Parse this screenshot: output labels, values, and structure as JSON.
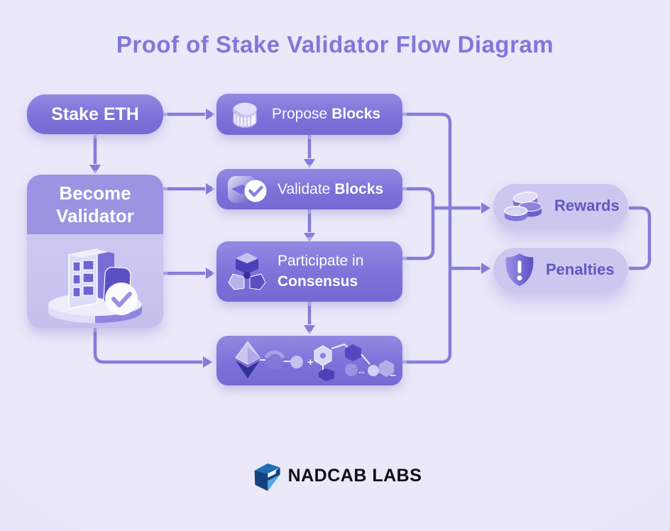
{
  "title": "Proof of Stake Validator Flow Diagram",
  "colors": {
    "background": "#E9E6F8",
    "node_purple": "#7D72D9",
    "node_header_purple": "#9C93E3",
    "node_body_lavender": "#CBC4EF",
    "pill_lavender": "#CDC7EF",
    "connector": "#867CDA",
    "title_text": "#8276DB",
    "pill_text": "#6157C5",
    "node_text": "#FFFFFF",
    "logo_navy": "#14427E",
    "logo_blue": "#1E6FB5",
    "logo_light_blue": "#57A5E3"
  },
  "nodes": {
    "stake_eth": {
      "label": "Stake ETH"
    },
    "propose": {
      "label_regular": "Propose",
      "label_bold": "Blocks",
      "icon": "database-cylinder-icon"
    },
    "become_validator": {
      "label_line1": "Become",
      "label_line2": "Validator",
      "icon": "validator-building-illustration"
    },
    "validate": {
      "label_regular": "Validate",
      "label_bold": "Blocks",
      "icon": "block-check-icon"
    },
    "participate": {
      "label_line1": "Participate in",
      "label_line2": "Consensus",
      "icon": "consensus-nodes-icon"
    },
    "chain": {
      "icon": "blockchain-network-illustration",
      "symbol_plus": "+",
      "symbol_arrows": "↔",
      "symbol_minus": "–"
    },
    "rewards": {
      "label": "Rewards",
      "icon": "coins-stack-icon"
    },
    "penalties": {
      "label": "Penalties",
      "icon": "shield-alert-icon"
    }
  },
  "footer": {
    "brand": "NADCAB LABS",
    "logo_icon": "nadcab-cube-logo"
  }
}
